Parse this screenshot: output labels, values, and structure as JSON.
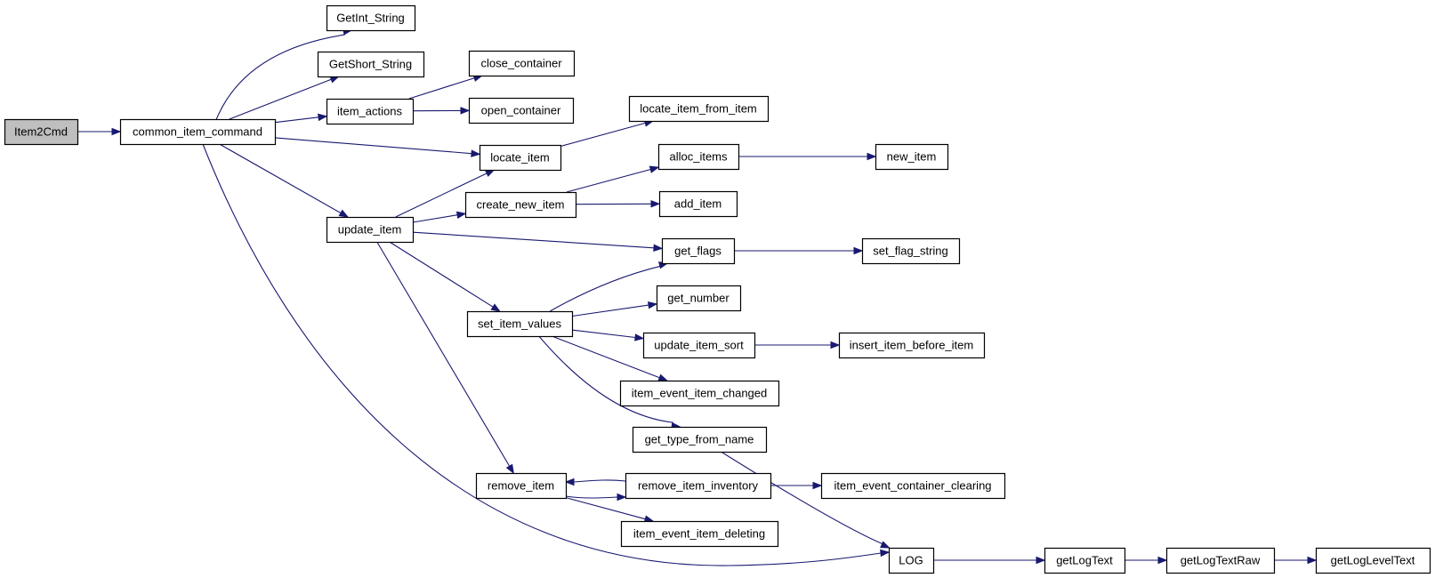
{
  "nodes": [
    {
      "id": "Item2Cmd",
      "label": "Item2Cmd",
      "root": true
    },
    {
      "id": "common_item_command",
      "label": "common_item_command"
    },
    {
      "id": "GetInt_String",
      "label": "GetInt_String"
    },
    {
      "id": "GetShort_String",
      "label": "GetShort_String"
    },
    {
      "id": "item_actions",
      "label": "item_actions"
    },
    {
      "id": "close_container",
      "label": "close_container"
    },
    {
      "id": "open_container",
      "label": "open_container"
    },
    {
      "id": "locate_item_from_item",
      "label": "locate_item_from_item"
    },
    {
      "id": "locate_item",
      "label": "locate_item"
    },
    {
      "id": "alloc_items",
      "label": "alloc_items"
    },
    {
      "id": "new_item",
      "label": "new_item"
    },
    {
      "id": "create_new_item",
      "label": "create_new_item"
    },
    {
      "id": "add_item",
      "label": "add_item"
    },
    {
      "id": "update_item",
      "label": "update_item"
    },
    {
      "id": "get_flags",
      "label": "get_flags"
    },
    {
      "id": "set_flag_string",
      "label": "set_flag_string"
    },
    {
      "id": "get_number",
      "label": "get_number"
    },
    {
      "id": "set_item_values",
      "label": "set_item_values"
    },
    {
      "id": "update_item_sort",
      "label": "update_item_sort"
    },
    {
      "id": "insert_item_before_item",
      "label": "insert_item_before_item"
    },
    {
      "id": "item_event_item_changed",
      "label": "item_event_item_changed"
    },
    {
      "id": "get_type_from_name",
      "label": "get_type_from_name"
    },
    {
      "id": "remove_item",
      "label": "remove_item"
    },
    {
      "id": "remove_item_inventory",
      "label": "remove_item_inventory"
    },
    {
      "id": "item_event_container_clearing",
      "label": "item_event_container_clearing"
    },
    {
      "id": "item_event_item_deleting",
      "label": "item_event_item_deleting"
    },
    {
      "id": "LOG",
      "label": "LOG"
    },
    {
      "id": "getLogText",
      "label": "getLogText"
    },
    {
      "id": "getLogTextRaw",
      "label": "getLogTextRaw"
    },
    {
      "id": "getLogLevelText",
      "label": "getLogLevelText"
    }
  ],
  "edges": [
    {
      "from": "Item2Cmd",
      "to": "common_item_command"
    },
    {
      "from": "common_item_command",
      "to": "GetInt_String"
    },
    {
      "from": "common_item_command",
      "to": "GetShort_String"
    },
    {
      "from": "common_item_command",
      "to": "item_actions"
    },
    {
      "from": "common_item_command",
      "to": "locate_item"
    },
    {
      "from": "common_item_command",
      "to": "update_item"
    },
    {
      "from": "common_item_command",
      "to": "LOG"
    },
    {
      "from": "item_actions",
      "to": "close_container"
    },
    {
      "from": "item_actions",
      "to": "open_container"
    },
    {
      "from": "locate_item",
      "to": "locate_item_from_item"
    },
    {
      "from": "update_item",
      "to": "locate_item"
    },
    {
      "from": "update_item",
      "to": "create_new_item"
    },
    {
      "from": "update_item",
      "to": "get_flags"
    },
    {
      "from": "update_item",
      "to": "set_item_values"
    },
    {
      "from": "update_item",
      "to": "remove_item"
    },
    {
      "from": "create_new_item",
      "to": "alloc_items"
    },
    {
      "from": "create_new_item",
      "to": "add_item"
    },
    {
      "from": "alloc_items",
      "to": "new_item"
    },
    {
      "from": "get_flags",
      "to": "set_flag_string"
    },
    {
      "from": "set_item_values",
      "to": "get_flags"
    },
    {
      "from": "set_item_values",
      "to": "get_number"
    },
    {
      "from": "set_item_values",
      "to": "update_item_sort"
    },
    {
      "from": "set_item_values",
      "to": "item_event_item_changed"
    },
    {
      "from": "set_item_values",
      "to": "get_type_from_name"
    },
    {
      "from": "update_item_sort",
      "to": "insert_item_before_item"
    },
    {
      "from": "get_type_from_name",
      "to": "LOG"
    },
    {
      "from": "remove_item",
      "to": "remove_item_inventory"
    },
    {
      "from": "remove_item",
      "to": "item_event_item_deleting"
    },
    {
      "from": "remove_item_inventory",
      "to": "remove_item"
    },
    {
      "from": "remove_item_inventory",
      "to": "item_event_container_clearing"
    },
    {
      "from": "LOG",
      "to": "getLogText"
    },
    {
      "from": "getLogText",
      "to": "getLogTextRaw"
    },
    {
      "from": "getLogTextRaw",
      "to": "getLogLevelText"
    }
  ],
  "colors": {
    "edge": "#191970",
    "node_border": "#000000",
    "node_fill": "#ffffff",
    "root_fill": "#bfbfbf"
  }
}
